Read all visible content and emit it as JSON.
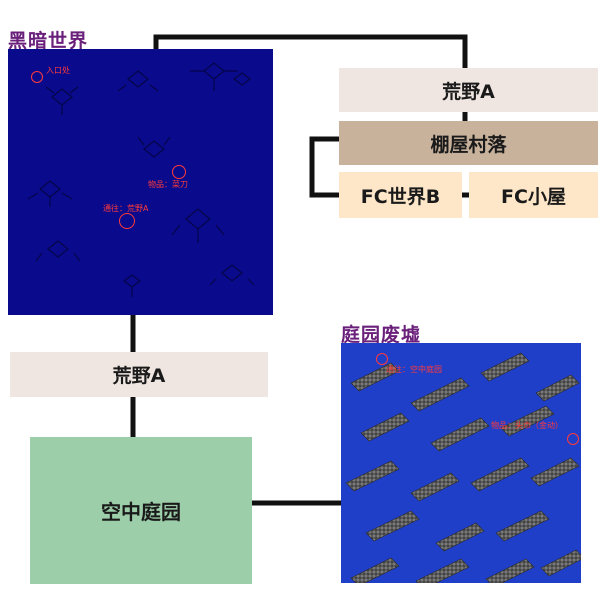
{
  "dark_world": {
    "title": "黑暗世界",
    "markers": {
      "entrance": "入口处",
      "item": "物品：菜刀",
      "portal": "通往：荒野A"
    }
  },
  "garden_ruins": {
    "title": "庭园废墟",
    "markers": {
      "portal": "通往：空中庭园",
      "item": "物品：头巾（金动）"
    }
  },
  "nodes": {
    "wilderness_top": "荒野A",
    "shack_village": "棚屋村落",
    "fc_world_b": "FC世界B",
    "fc_hut": "FC小屋",
    "wilderness_mid": "荒野A",
    "sky_garden": "空中庭园"
  },
  "colors": {
    "title_purple": "#6a1f7a",
    "dark_world_bg": "#0a0a8c",
    "garden_bg": "#1f3fc8",
    "node_wilderness": "#efe6e1",
    "node_shack": "#c8b29b",
    "node_fc": "#fde7c8",
    "node_sky_garden": "#9ccfa9",
    "marker_red": "#ff3a3a"
  }
}
